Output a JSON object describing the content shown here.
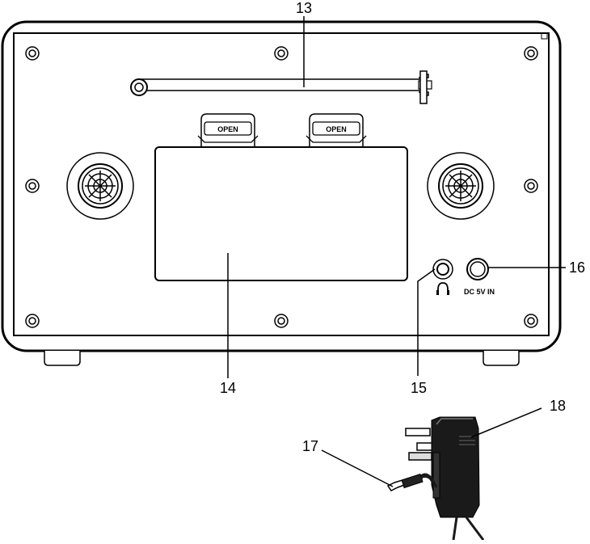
{
  "callouts": {
    "antenna": "13",
    "battery_cover": "14",
    "headphone_jack": "15",
    "dc_input": "16",
    "plug_connector": "17",
    "power_adapter": "18"
  },
  "labels": {
    "open_left": "OPEN",
    "open_right": "OPEN",
    "dc_input": "DC 5V IN",
    "headphone_symbol": "headphone-icon"
  },
  "colors": {
    "line": "#000000",
    "adapter_body": "#1a1a1a",
    "background": "#ffffff"
  }
}
